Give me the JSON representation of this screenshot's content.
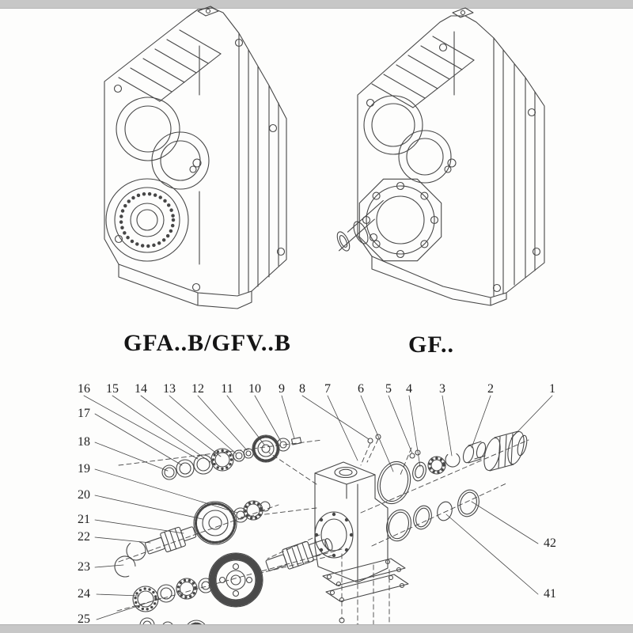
{
  "captions": {
    "left": "GFA..B/GFV..B",
    "right": "GF.."
  },
  "callouts": {
    "top": [
      "16",
      "15",
      "14",
      "13",
      "12",
      "11",
      "10",
      "9",
      "8",
      "7",
      "6",
      "5",
      "4",
      "3",
      "2",
      "1"
    ],
    "left": [
      "17",
      "18",
      "19",
      "20",
      "21",
      "22",
      "23",
      "24",
      "25"
    ],
    "right": [
      "42",
      "41"
    ]
  },
  "figures": {
    "left_drawing": "isometric-line-drawing-parallel-shaft-gearbox",
    "right_drawing": "isometric-line-drawing-gearbox-with-output-shaft",
    "bottom_drawing": "exploded-parts-diagram-with-numbered-callouts"
  },
  "colors": {
    "line": "#474747",
    "background": "#fdfdfc",
    "edge_band": "#c7c7c7"
  }
}
